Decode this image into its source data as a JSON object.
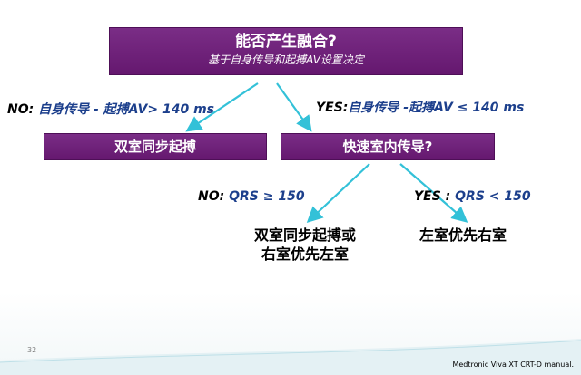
{
  "diagram": {
    "top": {
      "title": "能否产生融合?",
      "subtitle": "基于自身传导和起搏AV设置决定"
    },
    "left_box": "双室同步起搏",
    "right_box": "快速室内传导?",
    "labels": {
      "no_top_key": "NO:",
      "no_top_value": "自身传导 - 起搏AV> 140 ms",
      "yes_top_key": "YES:",
      "yes_top_value": "自身传导  -起搏AV ≤ 140 ms",
      "no_qrs_key": "NO:",
      "no_qrs_value": "QRS ≥ 150",
      "yes_qrs_key": "YES :",
      "yes_qrs_value": "QRS < 150"
    },
    "outcomes": {
      "left_line1": "双室同步起搏或",
      "left_line2": "右室优先左室",
      "right": "左室优先右室"
    },
    "colors": {
      "box": "#6b1d76",
      "arrow": "#33c1d8",
      "value_text": "#1c3f8c"
    }
  },
  "footer": {
    "page_number": "32",
    "source": "Medtronic Viva XT CRT-D manual."
  }
}
